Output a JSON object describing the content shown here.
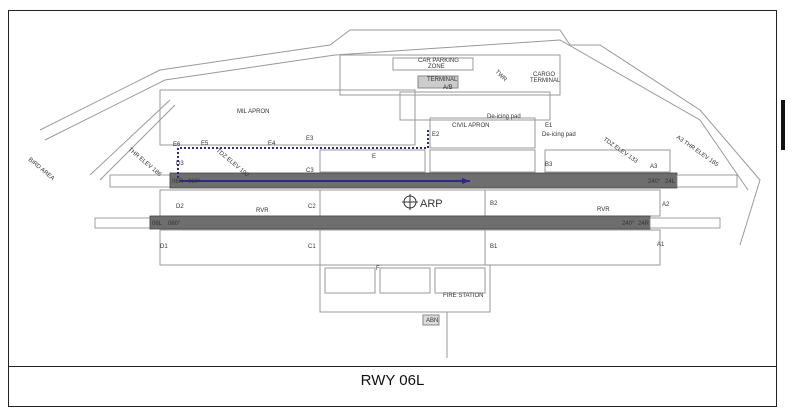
{
  "caption": "RWY  06L",
  "labels": {
    "car_parking": "CAR PARKING",
    "zone": "ZONE",
    "terminal": "TERMINAL",
    "ab": "A/B",
    "twr": "TWR",
    "cargo": "CARGO",
    "cargo_terminal": "TERMINAL",
    "deicing_pad_1": "De-icing pad",
    "deicing_pad_2": "De-icing pad",
    "civil_apron": "CIVIL APRON",
    "mil_apron": "MIL APRON",
    "arp": "ARP",
    "fire_station": "FIRE STATION",
    "abn": "ABN",
    "thr_elev_left": "THR ELEV 186",
    "tdz_elev_left": "TDZ ELEV 190",
    "tdz_elev_right": "TDZ ELEV 133",
    "thr_elev_right": "A3 THR ELEV 185",
    "rvr_left": "RVR",
    "rvr_right": "RVR",
    "rwy_06r_hdg": "060°",
    "rwy_06l_hdg": "060°",
    "rwy_24l_hdg": "240°",
    "rwy_24r_hdg": "240°",
    "rwy_06r": "06R",
    "rwy_06l": "06L",
    "rwy_24l": "24L",
    "rwy_24r": "24R",
    "bird": "BIRD AREA"
  },
  "taxiways": [
    "E6",
    "E5",
    "E4",
    "E3",
    "E2",
    "E1",
    "E",
    "D3",
    "D2",
    "D1",
    "C3",
    "C2",
    "C1",
    "B3",
    "B2",
    "B1",
    "A3",
    "A2",
    "A1",
    "F"
  ],
  "route_color": "#2a2a8a"
}
